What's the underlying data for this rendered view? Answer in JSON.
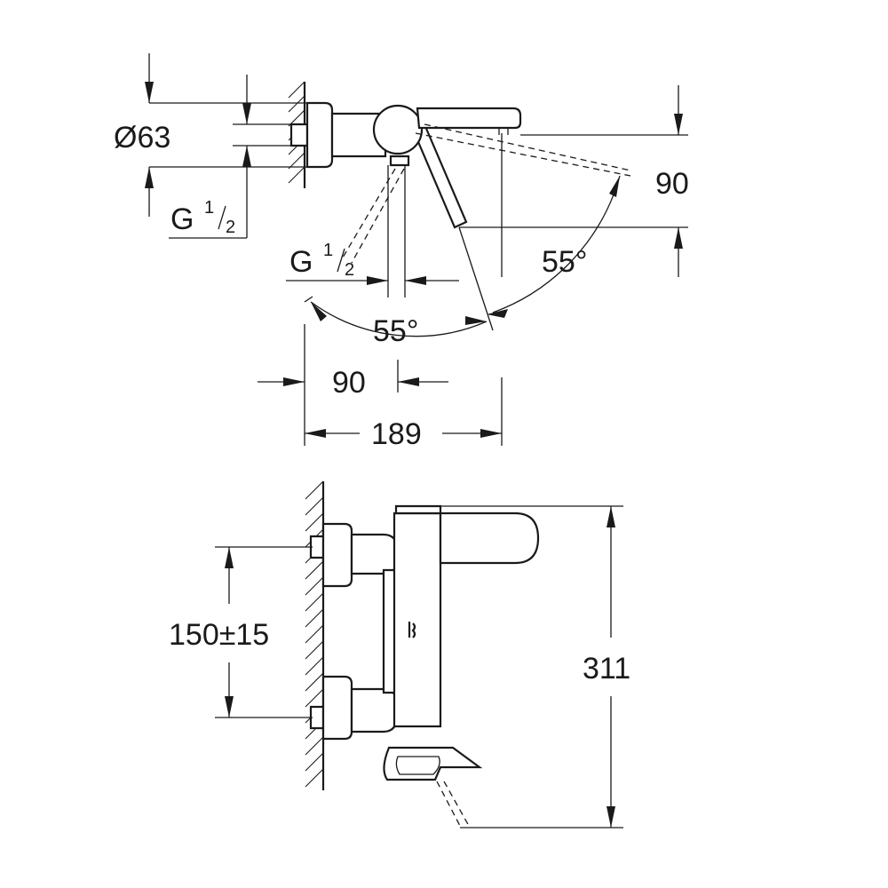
{
  "dimensions": {
    "diameter": "Ø63",
    "thread_wall_prefix": "G",
    "thread_wall_num": "1",
    "thread_wall_den": "2",
    "thread_outlet_prefix": "G",
    "thread_outlet_num": "1",
    "thread_outlet_den": "2",
    "height_right": "90",
    "angle_right": "55°",
    "angle_bottom": "55°",
    "projection_spout": "90",
    "projection_total": "189",
    "center_distance": "150±15",
    "total_height": "311"
  }
}
